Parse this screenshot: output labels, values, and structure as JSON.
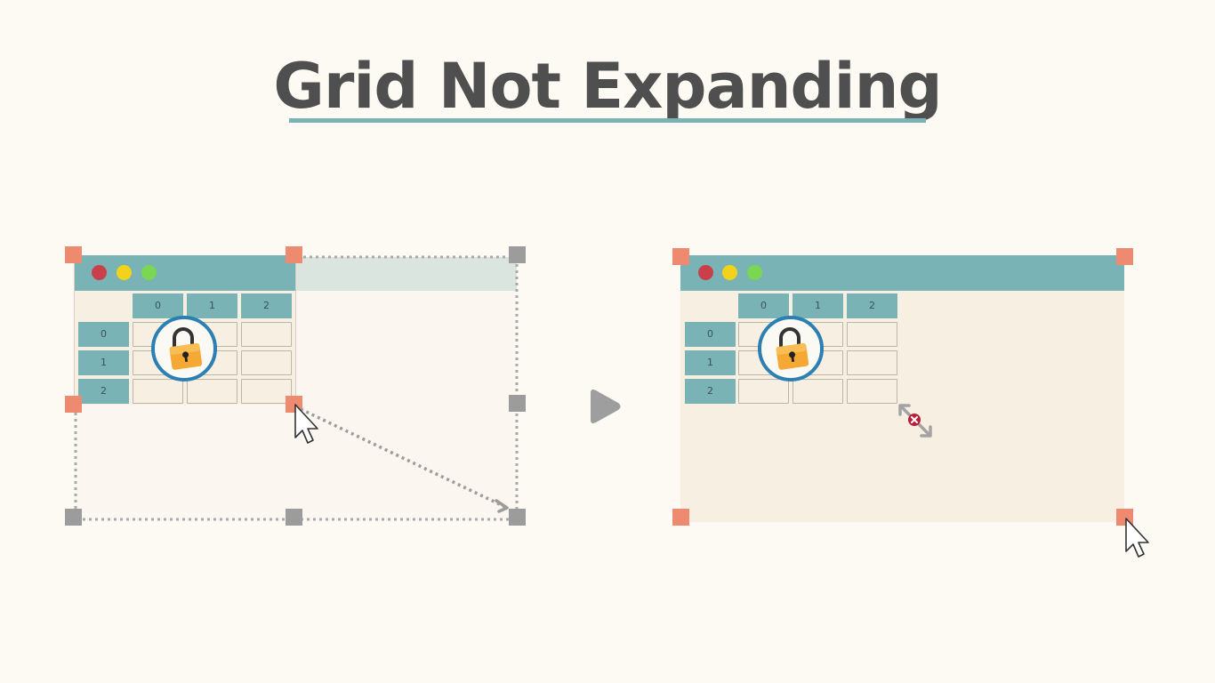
{
  "title": "Grid Not Expanding",
  "colors": {
    "background": "#fcfaf3",
    "title_text": "#4f4f4f",
    "accent_teal": "#7ab3b5",
    "window_body": "#f7efe2",
    "handle_orange": "#ee8a70",
    "handle_gray": "#9c9c9c",
    "lock_ring": "#2b7fb3",
    "lock_body": "#f5a833",
    "error_badge": "#b8203a",
    "traffic_red": "#c9404a",
    "traffic_yellow": "#f2d31a",
    "traffic_green": "#7bd651"
  },
  "before_panel": {
    "column_headers": [
      "0",
      "1",
      "2"
    ],
    "row_headers": [
      "0",
      "1",
      "2"
    ],
    "state": "dragging resize handle"
  },
  "after_panel": {
    "column_headers": [
      "0",
      "1",
      "2"
    ],
    "row_headers": [
      "0",
      "1",
      "2"
    ],
    "state": "window resized, grid unchanged"
  },
  "transition_icon": "play-arrow-icon"
}
